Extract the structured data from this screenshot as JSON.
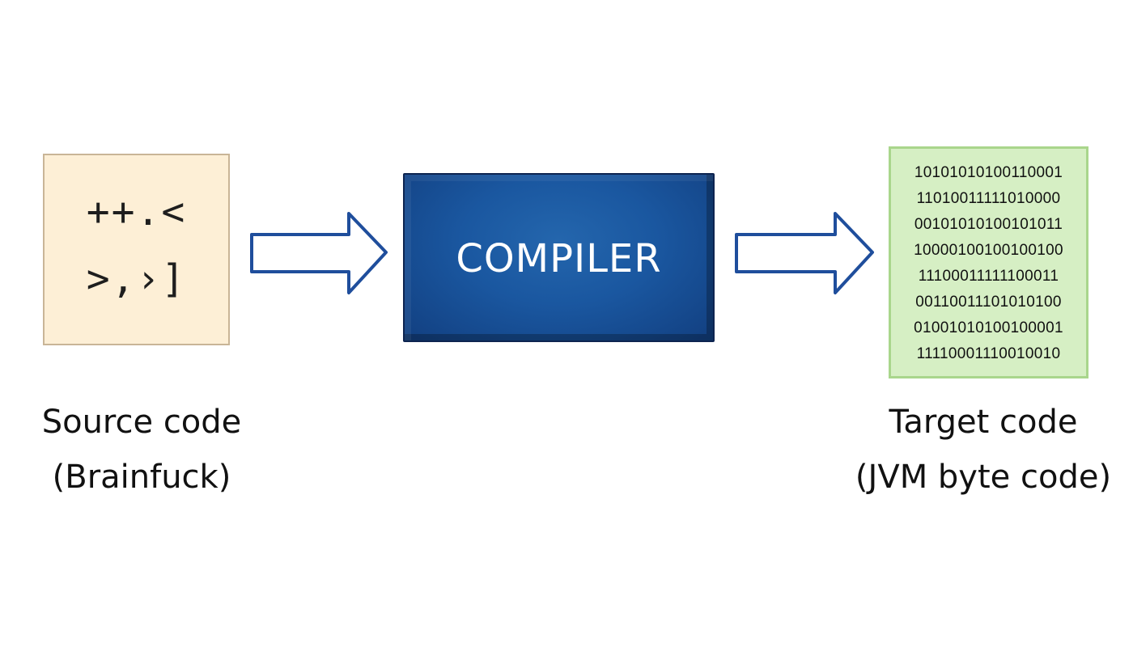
{
  "source": {
    "lines": [
      "++.<",
      ">,›]"
    ],
    "caption_line1": "Source code",
    "caption_line2": "(Brainfuck)"
  },
  "compiler": {
    "label": "COMPILER"
  },
  "target": {
    "lines": [
      "10101010100110001",
      "11010011111010000",
      "00101010100101011",
      "10000100100100100",
      "11100011111100011",
      "00110011101010100",
      "01001010100100001",
      "11110001110010010"
    ],
    "caption_line1": "Target code",
    "caption_line2": "(JVM byte code)"
  },
  "colors": {
    "source_fill": "#fdefd6",
    "compiler_fill": "#1a57a0",
    "target_fill": "#d6efc4",
    "arrow_stroke": "#1f4e9c"
  },
  "icons": [
    "arrow-right-icon",
    "arrow-right-icon"
  ]
}
